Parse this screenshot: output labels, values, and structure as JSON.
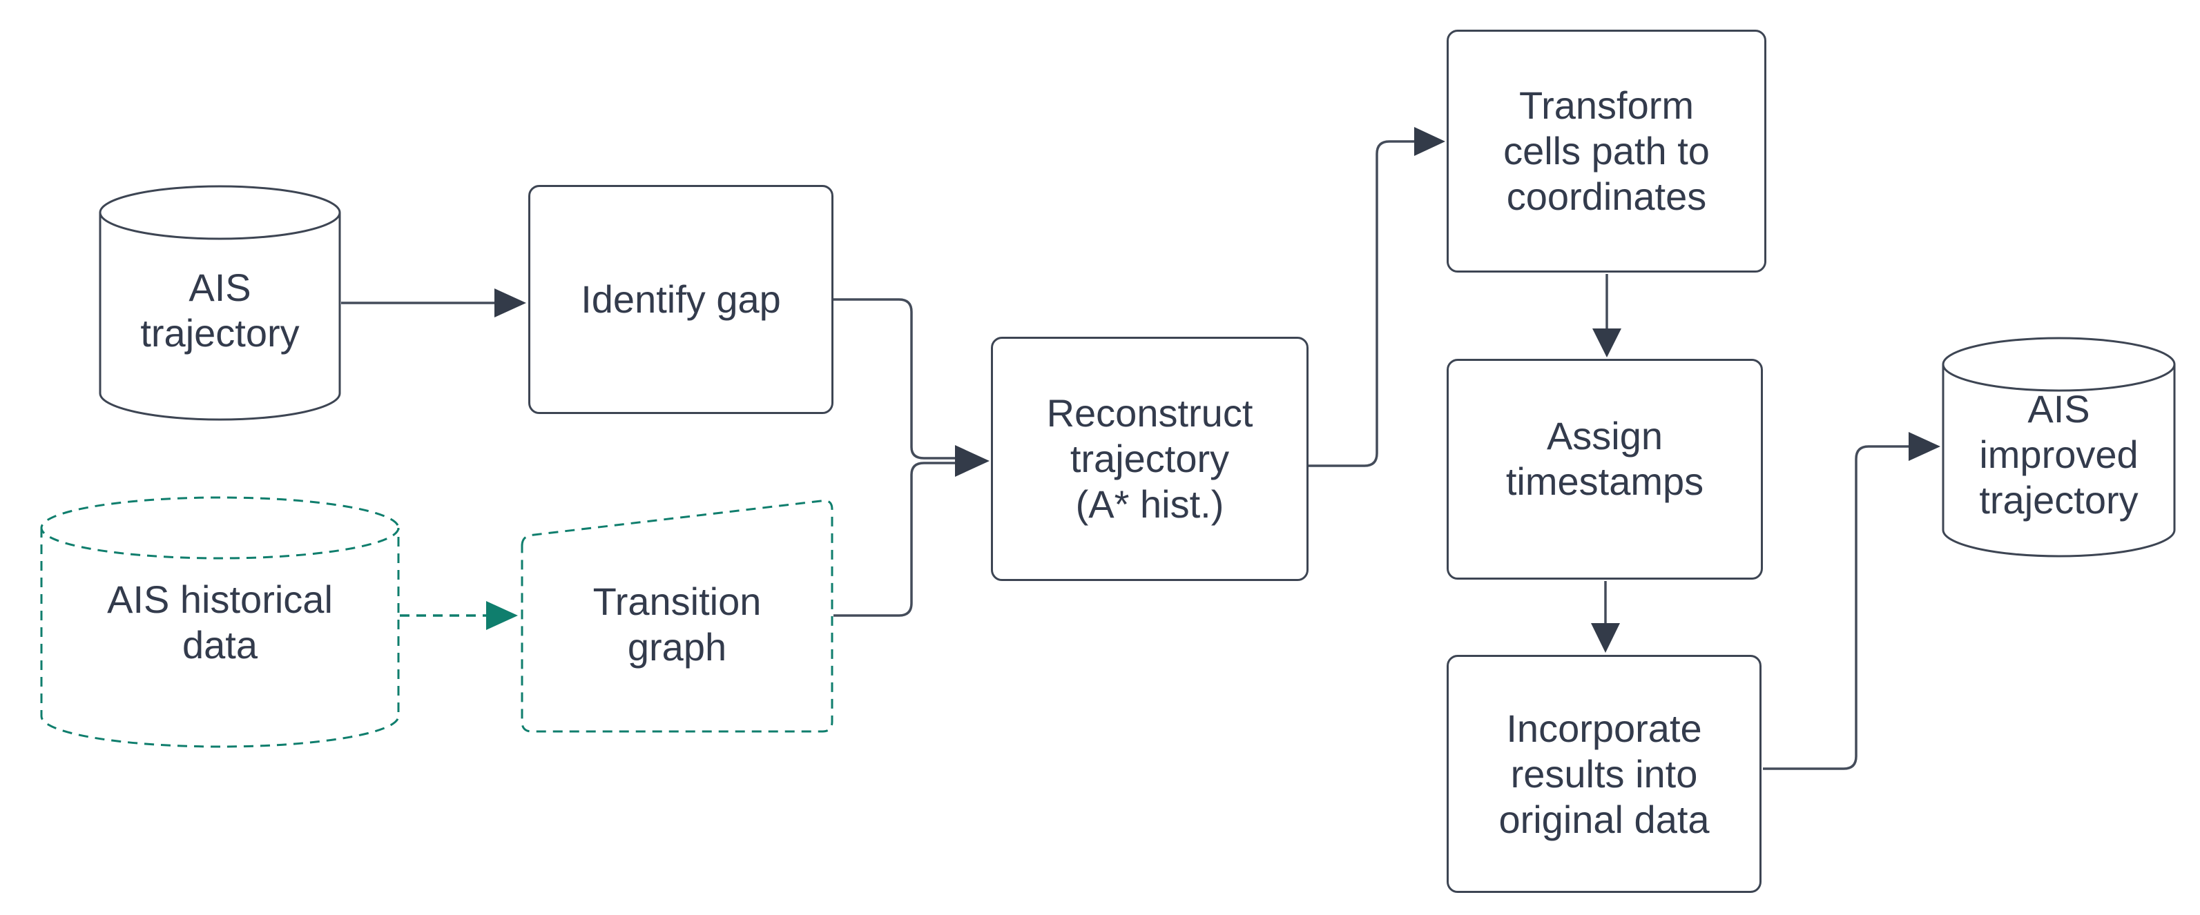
{
  "diagram_type": "flowchart",
  "colors": {
    "background": "#ffffff",
    "node_stroke_dark": "#3d4553",
    "node_stroke_teal": "#0f7e6d",
    "text": "#333b4c",
    "connector": "#444c5a",
    "arrowhead": "#333b49",
    "teal_accent": "#0f7e6d"
  },
  "nodes": [
    {
      "id": "ais-trajectory",
      "shape": "cylinder",
      "style": "solid-dark",
      "label": "AIS trajectory",
      "lines": [
        "AIS",
        "trajectory"
      ]
    },
    {
      "id": "identify-gap",
      "shape": "rounded-rect",
      "style": "solid-dark",
      "label": "Identify gap",
      "lines": [
        "Identify gap"
      ]
    },
    {
      "id": "ais-historical-data",
      "shape": "cylinder",
      "style": "dashed-teal",
      "label": "AIS historical data",
      "lines": [
        "AIS historical",
        "data"
      ]
    },
    {
      "id": "transition-graph",
      "shape": "trapezoid",
      "style": "dashed-teal",
      "label": "Transition graph",
      "lines": [
        "Transition",
        "graph"
      ]
    },
    {
      "id": "reconstruct-trajectory",
      "shape": "rounded-rect",
      "style": "solid-dark",
      "label": "Reconstruct trajectory (A* hist.)",
      "lines": [
        "Reconstruct",
        "trajectory",
        "(A* hist.)"
      ]
    },
    {
      "id": "transform-cells-path",
      "shape": "rounded-rect",
      "style": "solid-dark",
      "label": "Transform cells path to coordinates",
      "lines": [
        "Transform",
        "cells path to",
        "coordinates"
      ]
    },
    {
      "id": "assign-timestamps",
      "shape": "rounded-rect",
      "style": "solid-dark",
      "label": "Assign timestamps",
      "lines": [
        "Assign",
        "timestamps"
      ]
    },
    {
      "id": "incorporate-results",
      "shape": "rounded-rect",
      "style": "solid-dark",
      "label": "Incorporate results into original data",
      "lines": [
        "Incorporate",
        "results into",
        "original data"
      ]
    },
    {
      "id": "ais-improved-trajectory",
      "shape": "cylinder",
      "style": "solid-dark",
      "label": "AIS improved trajectory",
      "lines": [
        "AIS",
        "improved",
        "trajectory"
      ]
    }
  ],
  "edges": [
    {
      "from": "ais-trajectory",
      "to": "identify-gap",
      "style": "solid",
      "arrow": true
    },
    {
      "from": "ais-historical-data",
      "to": "transition-graph",
      "style": "dashed-teal",
      "arrow": true
    },
    {
      "from": "identify-gap",
      "to": "reconstruct-trajectory",
      "style": "solid",
      "arrow": true
    },
    {
      "from": "transition-graph",
      "to": "reconstruct-trajectory",
      "style": "solid",
      "arrow": true
    },
    {
      "from": "reconstruct-trajectory",
      "to": "transform-cells-path",
      "style": "solid",
      "arrow": true
    },
    {
      "from": "transform-cells-path",
      "to": "assign-timestamps",
      "style": "solid",
      "arrow": true
    },
    {
      "from": "assign-timestamps",
      "to": "incorporate-results",
      "style": "solid",
      "arrow": true
    },
    {
      "from": "incorporate-results",
      "to": "ais-improved-trajectory",
      "style": "solid",
      "arrow": true
    }
  ]
}
